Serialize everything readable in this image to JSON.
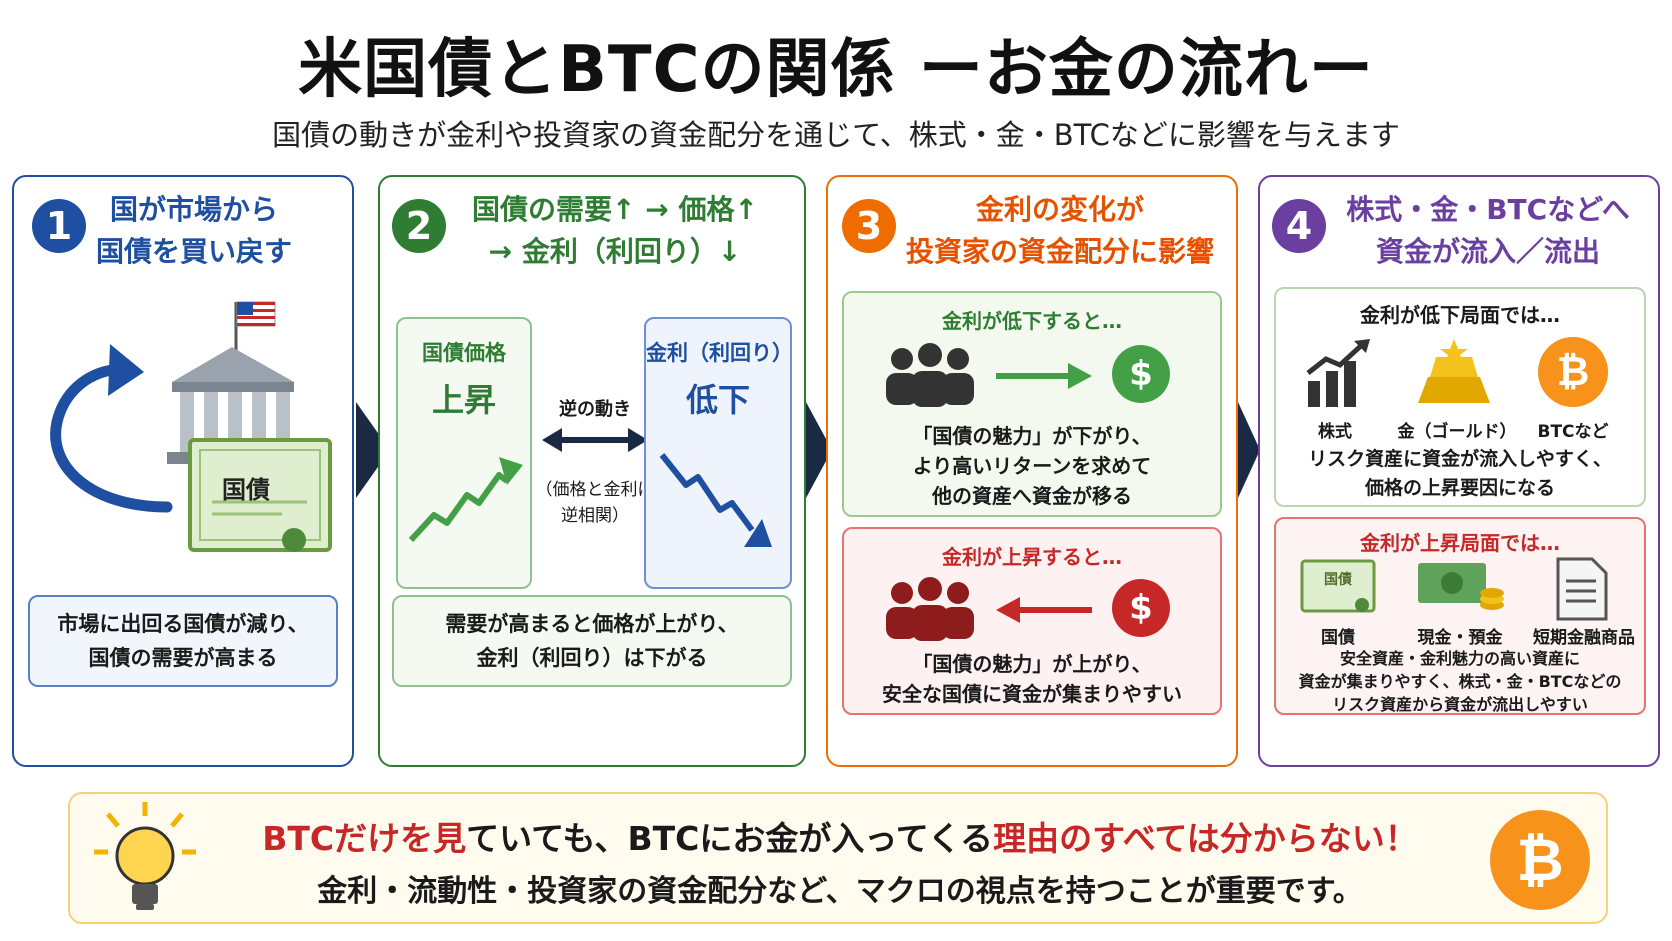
{
  "title": "米国債とBTCの関係 ーお金の流れー",
  "subtitle": "国債の動きが金利や投資家の資金配分を通じて、株式・金・BTCなどに影響を与えます",
  "colors": {
    "blue": "#1f4fa0",
    "green": "#2e7d32",
    "orange": "#ef6c00",
    "purple": "#6a3fa0",
    "red": "#c62828",
    "navy": "#1b2a44",
    "bitcoin": "#f7931a"
  },
  "step1": {
    "num": "1",
    "header_line1": "国が市場から",
    "header_line2": "国債を買い戻す",
    "bond_label": "国債",
    "note_line1": "市場に出回る国債が減り、",
    "note_line2": "国債の需要が高まる",
    "icons": [
      "government-building-icon",
      "us-flag-icon",
      "bond-certificate-icon",
      "circular-arrow-icon"
    ]
  },
  "step2": {
    "num": "2",
    "header_line1": "国債の需要↑ → 価格↑",
    "header_line2": "→ 金利（利回り）↓",
    "price_label": "国債価格",
    "price_value": "上昇",
    "rate_label": "金利（利回り）",
    "rate_value": "低下",
    "inverse_label": "逆の動き",
    "inverse_note_line1": "（価格と金利は",
    "inverse_note_line2": "逆相関）",
    "note_line1": "需要が高まると価格が上がり、",
    "note_line2": "金利（利回り）は下がる"
  },
  "step3": {
    "num": "3",
    "header_line1": "金利の変化が",
    "header_line2": "投資家の資金配分に影響",
    "down": {
      "title": "金利が低下すると…",
      "line1": "「国債の魅力」が下がり、",
      "line2": "より高いリターンを求めて",
      "line3": "他の資産へ資金が移る",
      "coin_symbol": "$"
    },
    "up": {
      "title": "金利が上昇すると…",
      "line1": "「国債の魅力」が上がり、",
      "line2": "安全な国債に資金が集まりやすい",
      "coin_symbol": "$"
    }
  },
  "step4": {
    "num": "4",
    "header_line1": "株式・金・BTCなどへ",
    "header_line2": "資金が流入／流出",
    "down": {
      "title": "金利が低下局面では…",
      "items": [
        "株式",
        "金（ゴールド）",
        "BTCなど"
      ],
      "line1": "リスク資産に資金が流入しやすく、",
      "line2": "価格の上昇要因になる",
      "btc_symbol": "₿"
    },
    "up": {
      "title": "金利が上昇局面では…",
      "items": [
        "国債",
        "現金・預金",
        "短期金融商品"
      ],
      "bond_mini": "国債",
      "line1": "安全資産・金利魅力の高い資産に",
      "line2": "資金が集まりやすく、株式・金・BTCなどの",
      "line3": "リスク資産から資金が流出しやすい"
    }
  },
  "bottom": {
    "line1_a": "BTCだけを見",
    "line1_b": "ていても、BTCにお金が入ってくる",
    "line1_c": "理由のすべては分からない！",
    "line2": "金利・流動性・投資家の資金配分など、マクロの視点を持つことが重要です。",
    "btc_symbol": "₿"
  }
}
